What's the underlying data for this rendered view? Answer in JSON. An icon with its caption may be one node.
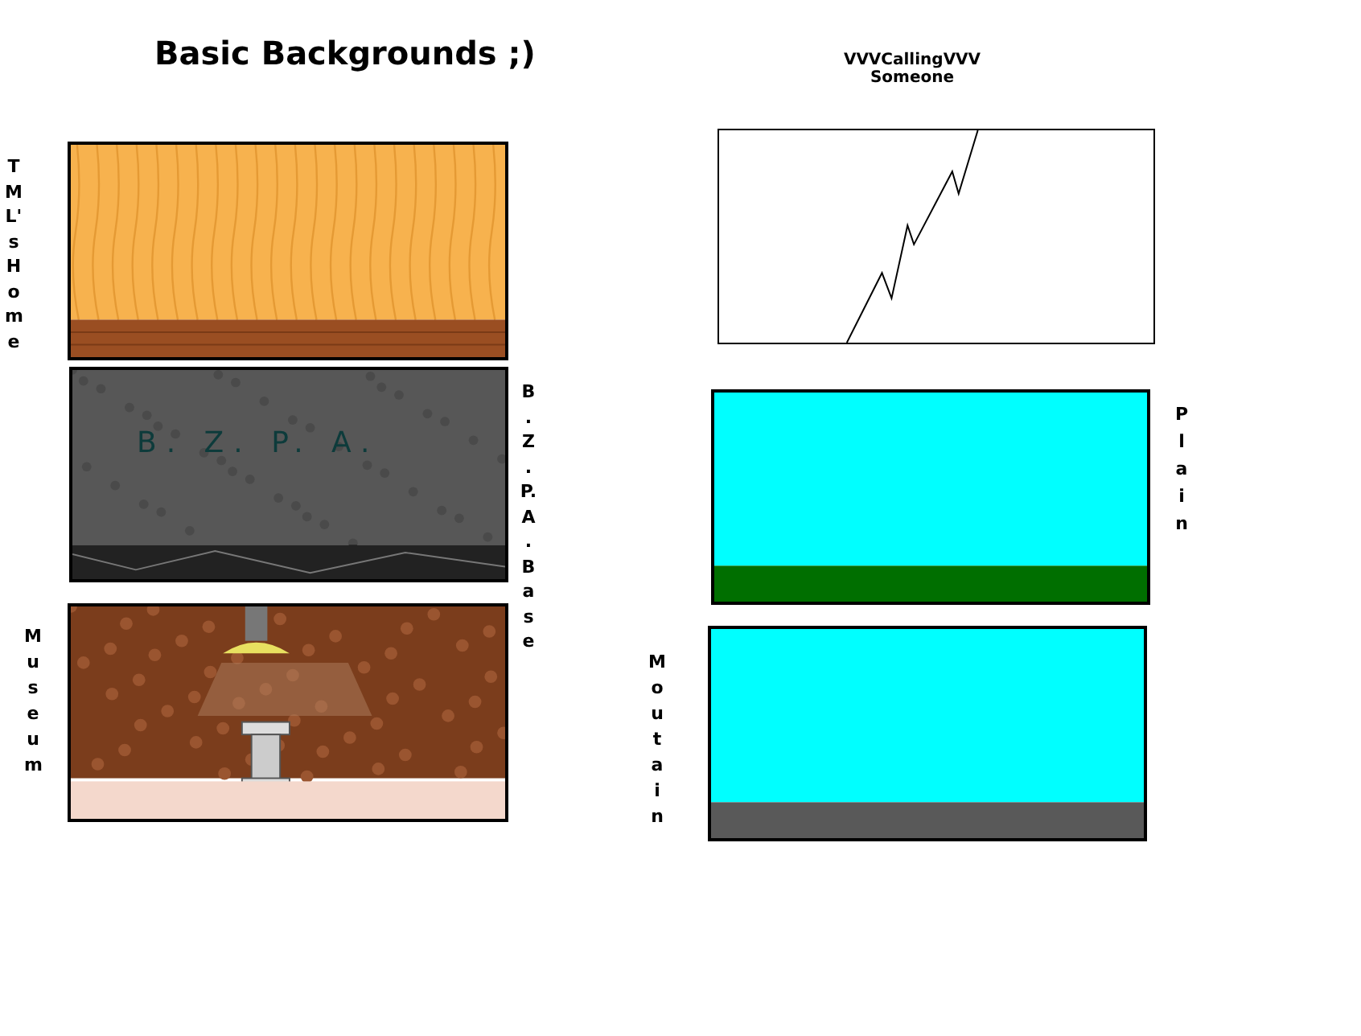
{
  "diagram": {
    "title": "Basic Backgrounds ;)",
    "nodes": [
      {
        "text": [],
        "shape": "picture",
        "beside": [
          "TML'sHome"
        ]
      },
      {
        "text": [
          "B. Z. P. A."
        ],
        "beside": [
          "B.Z.P.A.Base"
        ]
      },
      {
        "text": [],
        "shape": "picture",
        "beside": [
          "Museum"
        ]
      },
      {
        "text": [],
        "shape": "picture"
      },
      {
        "text": [],
        "shape": "picture",
        "beside": [
          "Plain"
        ]
      },
      {
        "text": [],
        "shape": "picture",
        "beside": [
          "Moutain"
        ]
      }
    ],
    "labels": [
      "VVVCallingVVV Someone"
    ]
  }
}
